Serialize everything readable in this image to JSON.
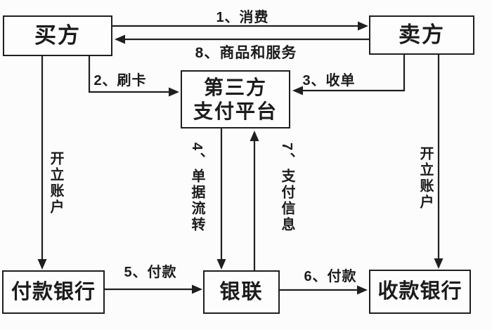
{
  "diagram": {
    "name": "third-party-payment-flow",
    "nodes": {
      "buyer": "买方",
      "seller": "卖方",
      "platform_line1": "第三方",
      "platform_line2": "支付平台",
      "paying_bank": "付款银行",
      "unionpay": "银联",
      "receiving_bank": "收款银行"
    },
    "edges": {
      "consume": "1、消费",
      "goods_services": "8、商品和服务",
      "swipe_card": "2、刷卡",
      "acquiring": "3、收单",
      "doc_flow": "4、单据流转",
      "pay_bank_to_unionpay": "5、付款",
      "pay_unionpay_to_bank": "6、付款",
      "pay_info": "7、支付信息",
      "open_account_left": "开立账户",
      "open_account_right": "开立账户"
    },
    "colors": {
      "stroke": "#1f1f1f",
      "background": "#fcfcfc",
      "node_fill": "#fdfdfd"
    }
  }
}
